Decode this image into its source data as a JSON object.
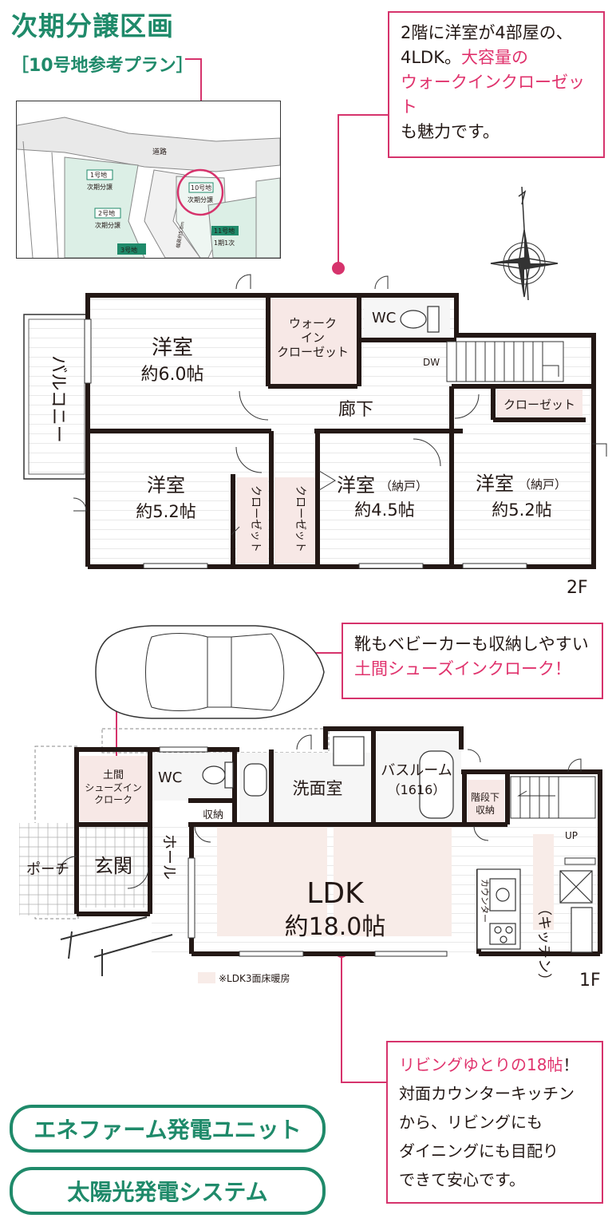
{
  "header": {
    "title": "次期分譲区画",
    "subtitle": "［10号地参考プラン］"
  },
  "site_map": {
    "road": "道路",
    "lots": [
      {
        "no": "1号地",
        "status": "次期分譲"
      },
      {
        "no": "2号地",
        "status": "次期分譲"
      },
      {
        "no": "10号地",
        "status": "次期分譲"
      },
      {
        "no": "11号地",
        "status": "1期1次"
      },
      {
        "no": "3号地",
        "status": ""
      }
    ],
    "road_width": "幅員約5.0m"
  },
  "notes": {
    "second_floor": {
      "line1": "2階に洋室が4部屋の、",
      "line2": "4LDK。",
      "line2_pink": "大容量の",
      "line3_pink": "ウォークインクローゼット",
      "line4": "も魅力です。"
    },
    "shoe_cloak": {
      "line1": "靴もベビーカーも収納しやすい",
      "line2_pink": "土間シューズインクローク！"
    },
    "ldk": {
      "line1_pink": "リビングゆとりの18帖",
      "line1_tail": "！",
      "line2": "対面カウンターキッチン",
      "line3": "から、リビングにも",
      "line4": "ダイニングにも目配り",
      "line5": "できて安心です。"
    }
  },
  "floor2": {
    "label": "2F",
    "balcony": "バルコニー",
    "rooms": {
      "room1_name": "洋室",
      "room1_size": "約6.0帖",
      "wic": [
        "ウォーク",
        "イン",
        "クローゼット"
      ],
      "wc": "WC",
      "hall": "廊下",
      "dw": "DW",
      "closet": "クローゼット",
      "room2_name": "洋室",
      "room2_size": "約5.2帖",
      "closet_v": "クローゼット",
      "room3_name": "洋室",
      "room3_note": "（納戸）",
      "room3_size": "約4.5帖",
      "room4_name": "洋室",
      "room4_note": "（納戸）",
      "room4_size": "約5.2帖"
    }
  },
  "floor1": {
    "label": "1F",
    "rooms": {
      "shoe": [
        "土間",
        "シューズイン",
        "クローク"
      ],
      "wc": "WC",
      "washroom": "洗面室",
      "bath": "バスルーム",
      "bath_size": "（1616）",
      "under_stair": [
        "階段下",
        "収納"
      ],
      "storage": "収納",
      "hall": "ホール",
      "entrance": "玄関",
      "porch": "ポーチ",
      "ldk": "LDK",
      "ldk_size": "約18.0帖",
      "counter": "カウンター",
      "kitchen": "（キッチン）",
      "up": "UP"
    },
    "legend": "※LDK3面床暖房"
  },
  "badges": {
    "enefarm": "エネファーム発電ユニット",
    "solar": "太陽光発電システム"
  },
  "colors": {
    "brand_green": "#1f8a6a",
    "accent_pink": "#e0336d",
    "floor_heating": "#f8ece8"
  }
}
